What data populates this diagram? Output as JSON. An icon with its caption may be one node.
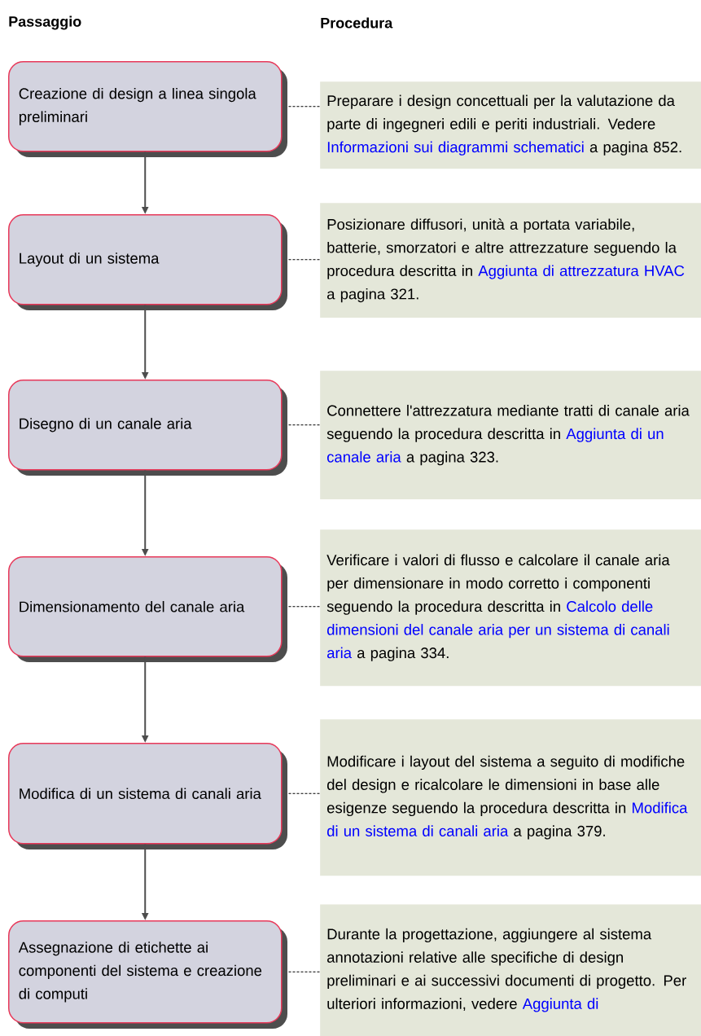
{
  "diagram": {
    "nodes": [
      {
        "text": [
          "Creazione di design a linea singola preliminari"
        ]
      },
      {
        "text": [
          "Layout di un sistema"
        ]
      },
      {
        "text": [
          "Disegno di un canale aria"
        ]
      },
      {
        "text": [
          "Dimensionamento del canale aria"
        ]
      },
      {
        "text": [
          "Modifica di un sistema di canali aria"
        ]
      },
      {
        "text": [
          "Assegnazione di etichette ai componenti del sistema e creazione di computi"
        ]
      },
      {
        "text": [
          "Preparare i design concettuali per la valutazione da parte di ingegneri edili e periti industriali. Vedere",
          "Informazioni sui diagrammi schematici",
          "a pagina 852."
        ]
      },
      {
        "text": [
          "Posizionare diffusori, unità a portata variabile, batterie, smorzatori e altre attrezzature seguendo la procedura descritta in",
          "Aggiunta di attrezzatura HVAC",
          "a pagina 321."
        ]
      },
      {
        "text": [
          "Connettere l'attrezzatura mediante tratti di canale aria seguendo la procedura descritta in",
          "Aggiunta di un canale aria",
          "a pagina 323."
        ]
      },
      {
        "text": [
          "Verificare i valori di flusso e calcolare il canale aria per dimensionare in modo corretto i componenti seguendo la procedura descritta in",
          "Calcolo delle dimensioni del canale aria per un sistema di canali aria",
          "a pagina 334."
        ]
      },
      {
        "text": [
          "Modificare i layout del sistema a seguito di modifiche del design e ricalcolare le dimensioni in base alle esigenze seguendo la procedura descritta in",
          "Modifica di un sistema di canali aria",
          "a pagina 379."
        ]
      },
      {
        "text": [
          "Durante la progettazione, aggiungere al sistema annotazioni relative alle specifiche di design preliminari e ai successivi documenti di progetto. Per ulteriori informazioni, vedere",
          "Aggiunta di"
        ]
      }
    ],
    "edges": [
      {
        "from": 0,
        "to": 1,
        "arrow": "to"
      },
      {
        "from": 1,
        "to": 2,
        "arrow": "to"
      },
      {
        "from": 2,
        "to": 3,
        "arrow": "to"
      },
      {
        "from": 3,
        "to": 4,
        "arrow": "to"
      },
      {
        "from": 4,
        "to": 5,
        "arrow": "to"
      },
      {
        "from": 0,
        "to": 6,
        "arrow": "none",
        "style": "dashed"
      },
      {
        "from": 1,
        "to": 7,
        "arrow": "none",
        "style": "dashed"
      },
      {
        "from": 2,
        "to": 8,
        "arrow": "none",
        "style": "dashed"
      },
      {
        "from": 3,
        "to": 9,
        "arrow": "none",
        "style": "dashed"
      },
      {
        "from": 4,
        "to": 10,
        "arrow": "none",
        "style": "dashed"
      },
      {
        "from": 5,
        "to": 11,
        "arrow": "none",
        "style": "dashed"
      }
    ],
    "labels": [
      "Passaggio",
      "Procedura"
    ]
  }
}
